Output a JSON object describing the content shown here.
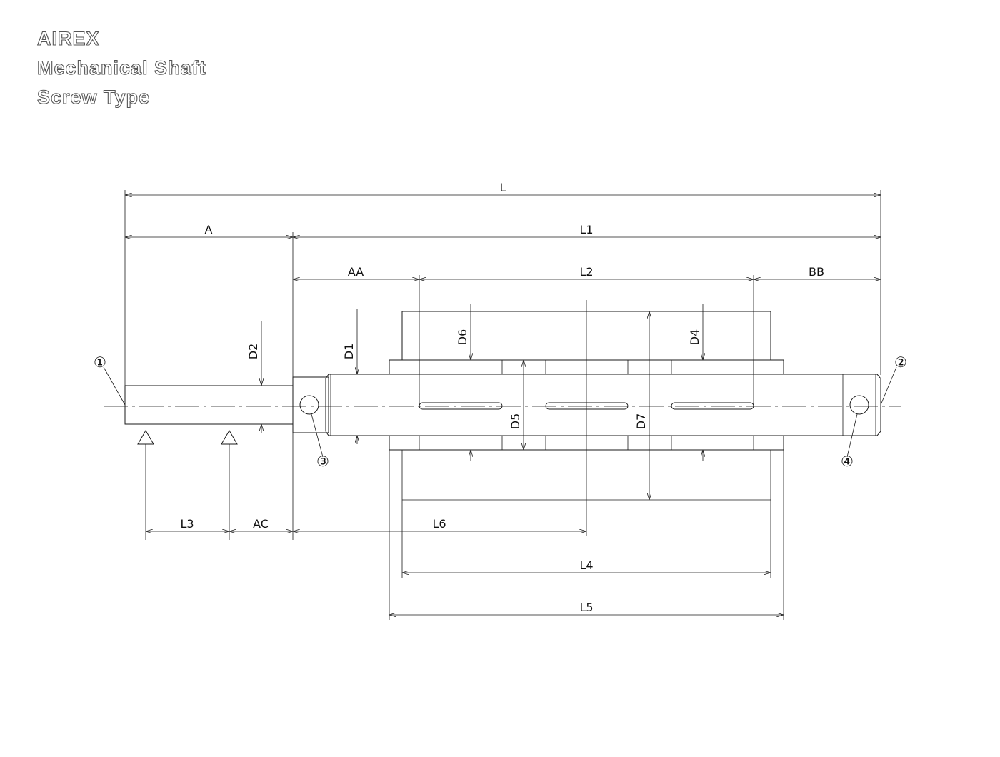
{
  "title": {
    "line1": "AIREX",
    "line2": "Mechanical Shaft",
    "line3": "Screw Type"
  },
  "dimensions": {
    "L": "L",
    "L1": "L1",
    "A": "A",
    "AA": "AA",
    "L2": "L2",
    "BB": "BB",
    "D1": "D1",
    "D2": "D2",
    "D4": "D4",
    "D5": "D5",
    "D6": "D6",
    "D7": "D7",
    "L3": "L3",
    "AC": "AC",
    "L6": "L6",
    "L4": "L4",
    "L5": "L5"
  },
  "callouts": {
    "c1": "①",
    "c2": "②",
    "c3": "③",
    "c4": "④"
  }
}
